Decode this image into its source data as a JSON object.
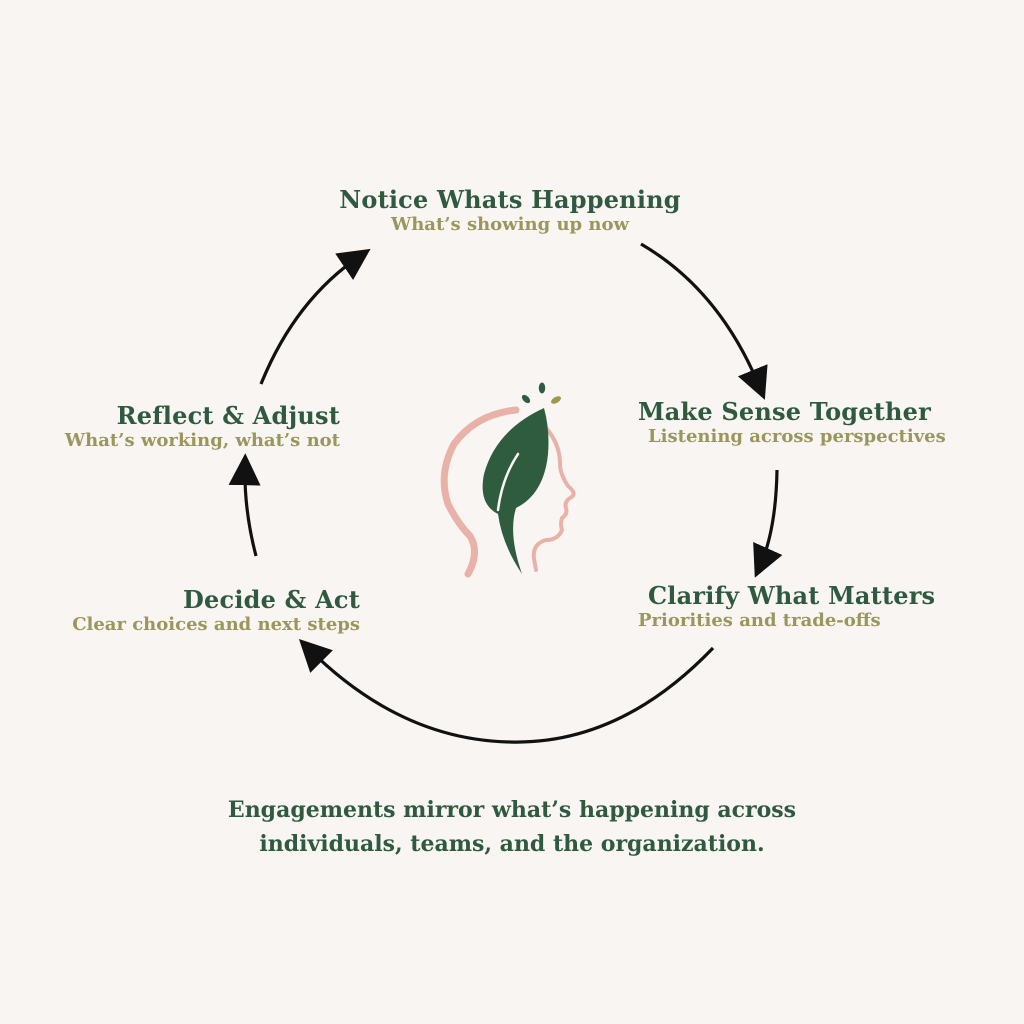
{
  "diagram": {
    "type": "cycle",
    "steps": [
      {
        "title": "Notice Whats Happening",
        "subtitle": "What’s showing up now"
      },
      {
        "title": "Make Sense Together",
        "subtitle": "Listening across perspectives"
      },
      {
        "title": "Clarify What Matters",
        "subtitle": "Priorities and trade-offs"
      },
      {
        "title": "Decide & Act",
        "subtitle": "Clear choices and next steps"
      },
      {
        "title": "Reflect & Adjust",
        "subtitle": "What’s working, what’s not"
      }
    ],
    "flow_direction": "clockwise",
    "center_icon": "head-with-leaf-icon"
  },
  "footer": {
    "line1": "Engagements mirror what’s happening across",
    "line2": "individuals, teams, and the organization."
  },
  "colors": {
    "background": "#f8f5f3",
    "title": "#2f5a40",
    "subtitle": "#9b955e",
    "arrow": "#111111",
    "head_outline": "#e9b2a8",
    "leaf": "#2f5c3e",
    "droplet_accent": "#9c9a4c"
  }
}
